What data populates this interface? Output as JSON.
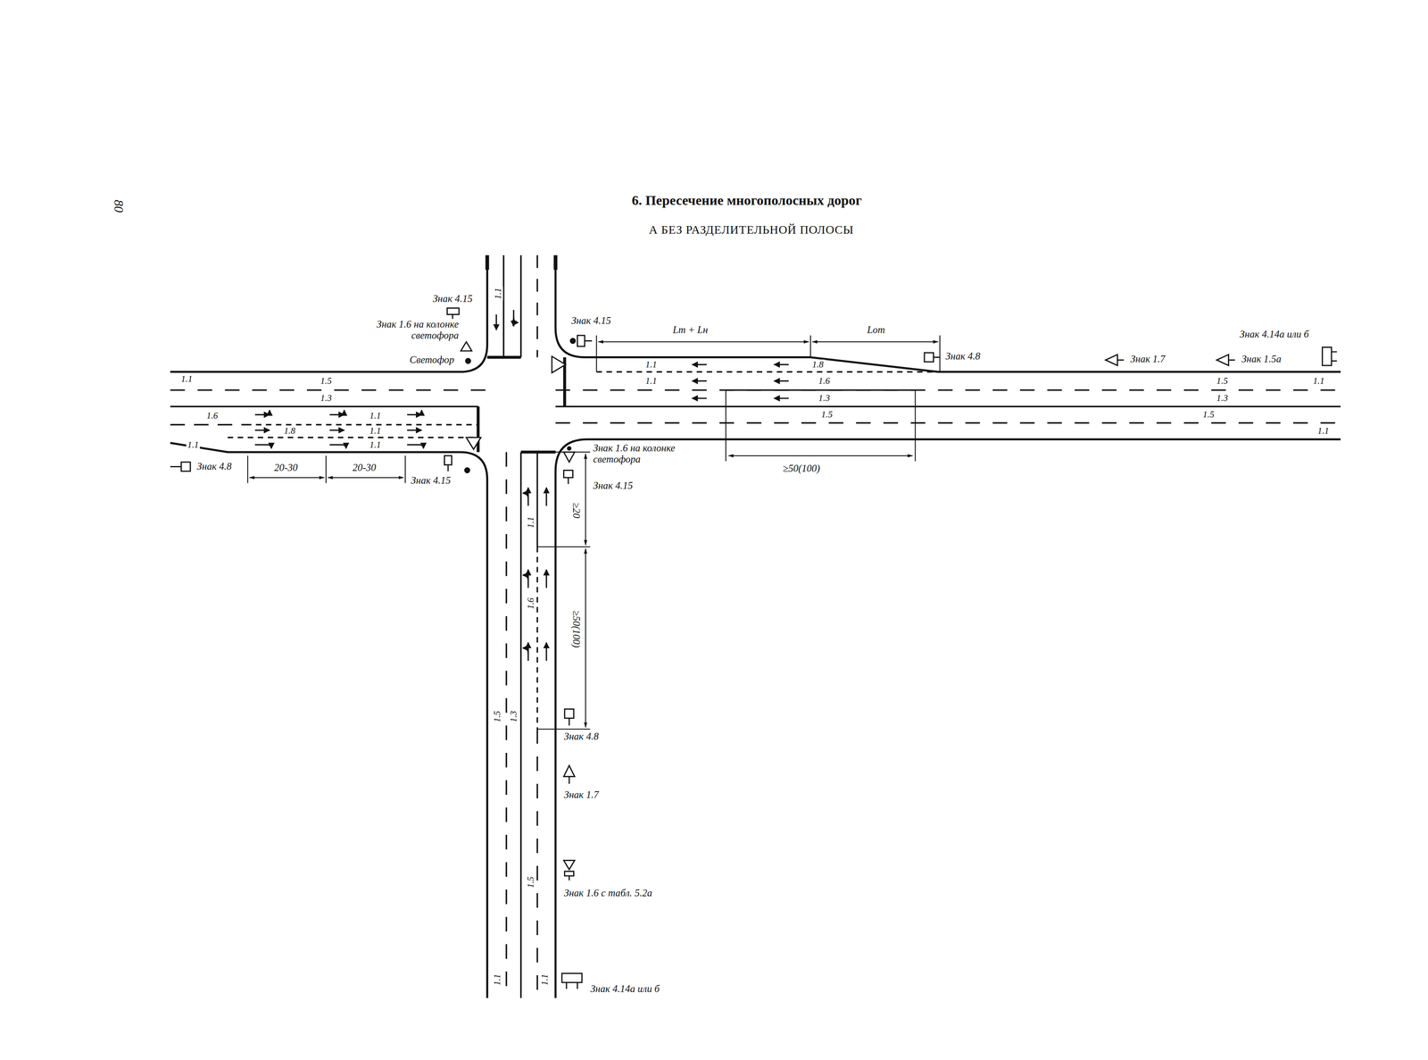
{
  "diagram": {
    "title": "6. Пересечение многополосных дорог",
    "labels": [
      "80",
      "А БЕЗ РАЗДЕЛИТЕЛЬНОЙ ПОЛОСЫ",
      "Знак 4.15",
      "1.1",
      "Знак 1.6 на колонке светофора",
      "Светофор",
      "Знак 4.15",
      "Lт + Lн",
      "Lот",
      "Знак 4.8",
      "Знак 1.7",
      "Знак 1.5а",
      "Знак 4.14а или б",
      "1.1",
      "1.5",
      "1.3",
      "1.1",
      "1.8",
      "1.1",
      "1.6",
      "1.3",
      "1.5",
      "1.3",
      "1.1",
      "1.5",
      "1.5",
      "1.1",
      "1.6",
      "1.1",
      "1.8",
      "1.1",
      "1.1",
      "1.1",
      "Знак 4.8",
      "20-30",
      "20-30",
      "Знак 4.15",
      "≥50(100)",
      "Знак 1.6 на колонке светофора",
      "Знак 4.15",
      "≥20",
      "1.1",
      "1.6",
      "≥50(100)",
      "Знак 4.8",
      "1.5",
      "1.3",
      "Знак 1.7",
      "1.5",
      "Знак 1.6 с табл. 5.2а",
      "1.1",
      "1.1",
      "Знак 4.14а или б"
    ]
  }
}
